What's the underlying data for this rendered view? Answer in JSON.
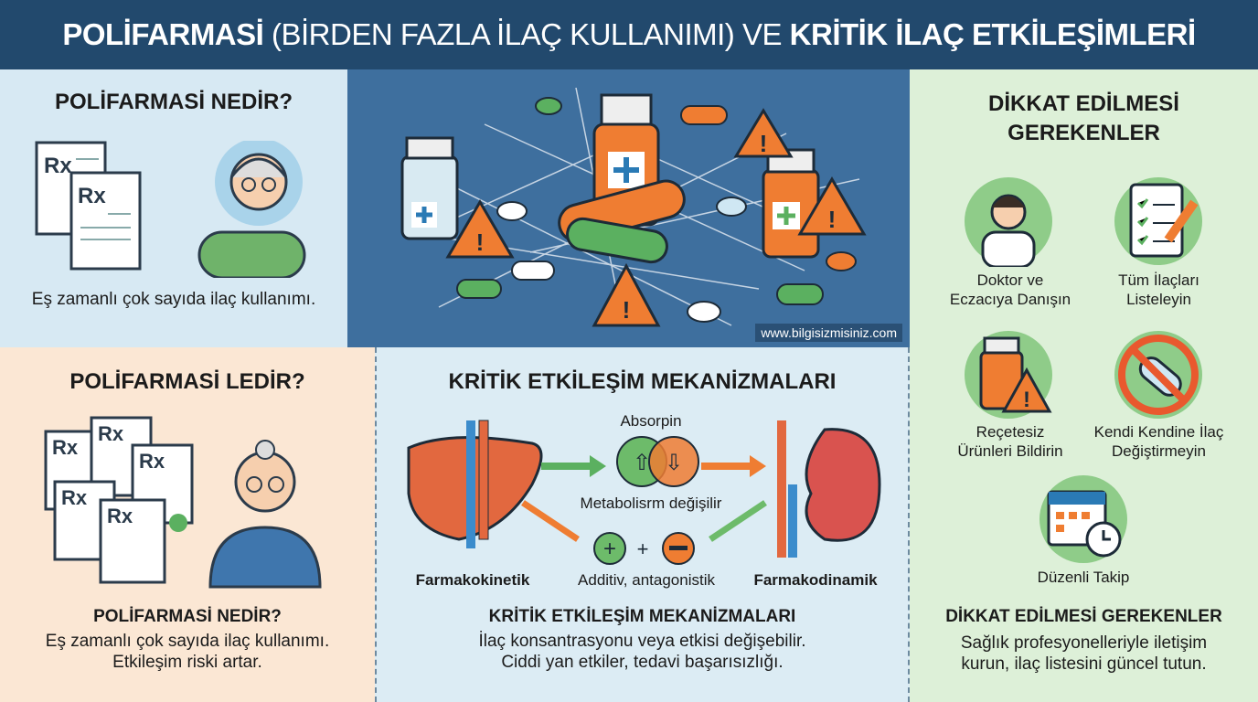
{
  "header": {
    "title_bold_1": "POLİFARMASİ",
    "title_thin": "(BİRDEN FAZLA İLAÇ KULLANIMI) VE",
    "title_bold_2": "KRİTİK İLAÇ ETKİLEŞİMLERİ"
  },
  "top_left": {
    "heading": "POLİFARMASİ NEDİR?",
    "caption": "Eş zamanlı çok sayıda ilaç kullanımı.",
    "rx": "Rx"
  },
  "center_image": {
    "watermark": "www.bilgisizmisiniz.com"
  },
  "bottom_left": {
    "heading": "POLİFARMASİ LEDİR?",
    "subheading": "POLİFARMASİ NEDİR?",
    "text_1": "Eş zamanlı çok sayıda ilaç kullanımı.",
    "text_2": "Etkileşim riski artar.",
    "rx": "Rx"
  },
  "mechanisms": {
    "heading": "KRİTİK ETKİLEŞİM MEKANİZMALARI",
    "absorption": "Absorpin",
    "metabolism": "Metabolisrm değişilir",
    "pk": "Farmakokinetik",
    "additive": "Additiv, antagonistik",
    "pd": "Farmakodinamik",
    "subheading": "KRİTİK ETKİLEŞİM MEKANİZMALARI",
    "text_1": "İlaç konsantrasyonu veya etkisi değişebilir.",
    "text_2": "Ciddi yan etkiler, tedavi başarısızlığı."
  },
  "right": {
    "heading_1": "DİKKAT EDİLMESİ",
    "heading_2": "GEREKENLER",
    "items": [
      {
        "label_1": "Doktor ve",
        "label_2": "Eczacıya Danışın",
        "icon": "doctor-icon"
      },
      {
        "label_1": "Tüm İlaçları",
        "label_2": "Listeleyin",
        "icon": "clipboard-icon"
      },
      {
        "label_1": "Reçetesiz",
        "label_2": "Ürünleri Bildirin",
        "icon": "warning-bottle-icon"
      },
      {
        "label_1": "Kendi Kendine İlaç",
        "label_2": "Değiştirmeyin",
        "icon": "no-pill-icon"
      },
      {
        "label_1": "Düzenli Takip",
        "label_2": "",
        "icon": "calendar-clock-icon"
      }
    ],
    "subheading": "DİKKAT EDİLMESİ GEREKENLER",
    "text_1": "Sağlık profesyonelleriyle iletişim",
    "text_2": "kurun, ilaç listesini güncel tutun."
  },
  "colors": {
    "header": "#22496d",
    "green": "#6dbb6a",
    "orange": "#ee7d3b",
    "blue_panel": "#3e6f9e"
  }
}
